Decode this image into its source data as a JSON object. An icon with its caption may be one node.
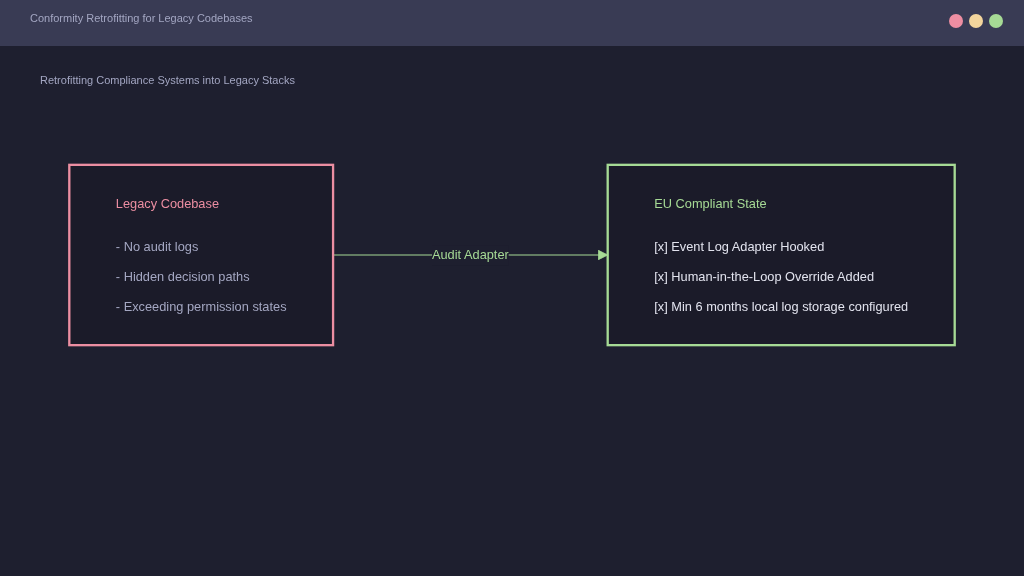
{
  "diagram": {
    "title": "Conformity Retrofitting for Legacy Codebases",
    "nodes": [
      {
        "text": [
          "Legacy Codebase",
          "- No audit logs",
          "- Hidden decision paths",
          "- Exceeding permission states"
        ]
      },
      {
        "text": [
          "EU Compliant State",
          "[x] Event Log Adapter Hooked",
          "[x] Human-in-the-Loop Override Added",
          "[x] Min 6 months local log storage configured"
        ]
      }
    ],
    "edges": [
      {
        "from": 0,
        "to": 1,
        "arrow": "to",
        "label": "Audit Adapter",
        "color": "#a6da95"
      }
    ],
    "labels": [
      "Retrofitting Compliance Systems into Legacy Stacks"
    ]
  }
}
